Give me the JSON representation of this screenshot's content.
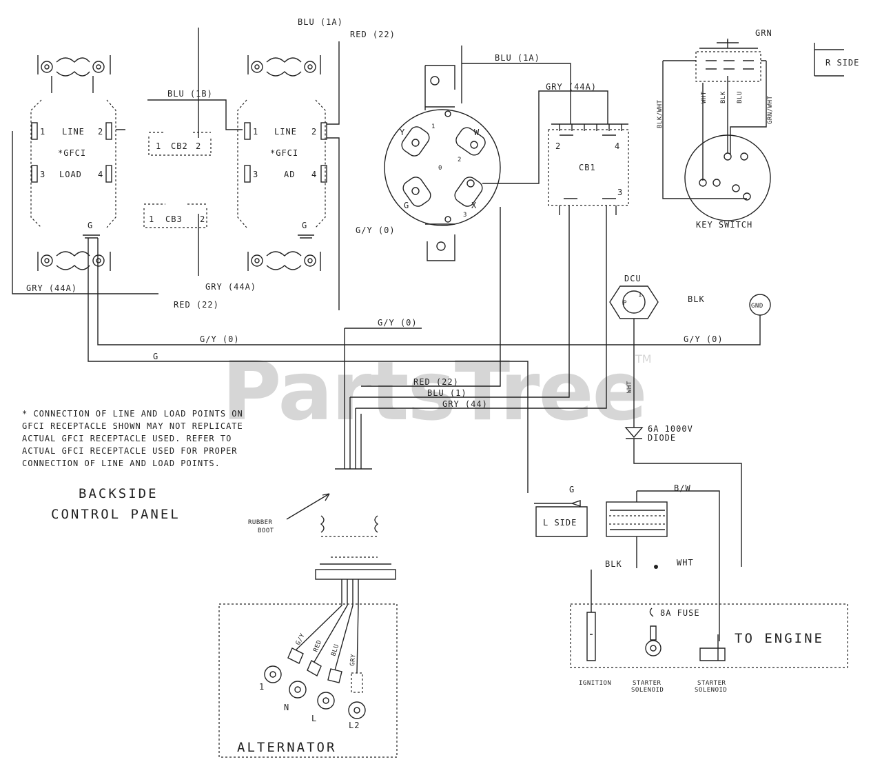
{
  "watermark": {
    "text": "PartsTree",
    "trademark": "TM",
    "color": "#d6d6d6"
  },
  "gfci_left": {
    "line": "LINE",
    "gfci": "*GFCI",
    "load": "LOAD",
    "t1": "1",
    "t2": "2",
    "t3": "3",
    "t4": "4",
    "ground": "G"
  },
  "gfci_right": {
    "line": "LINE",
    "gfci": "*GFCI",
    "load": "AD",
    "t1": "1",
    "t2": "2",
    "t3": "3",
    "t4": "4",
    "ground": "G"
  },
  "breakers": {
    "cb2": {
      "label": "CB2",
      "t1": "1",
      "t2": "2"
    },
    "cb3": {
      "label": "CB3",
      "t1": "1",
      "t2": "2"
    },
    "cb1": {
      "label": "CB1",
      "t2": "2",
      "t4": "4",
      "t3": "3"
    }
  },
  "receptacle": {
    "y": "Y",
    "w": "W",
    "g": "G",
    "x": "X",
    "p1": "1",
    "p2": "2",
    "p3": "3",
    "zero": "0"
  },
  "wire_labels": {
    "blu_1a_top": "BLU (1A)",
    "red_22_top": "RED (22)",
    "blu_1b": "BLU (1B)",
    "blu_1a_recept": "BLU (1A)",
    "gry_44a_recept": "GRY (44A)",
    "gy_0_recept": "G/Y (0)",
    "gry_44a_left": "GRY (44A)",
    "gry_44a_mid": "GRY (44A)",
    "red_22_mid": "RED (22)",
    "gy_0_mid": "G/Y (0)",
    "gy_0_bus": "G/Y (0)",
    "gy_0_right": "G/Y (0)",
    "g_bus": "G",
    "red_22_bundle": "RED (22)",
    "blu_1_bundle": "BLU (1)",
    "gry_44_bundle": "GRY (44)",
    "blk_dcu": "BLK",
    "wht_vert": "WHT",
    "bw": "B/W",
    "g_lside": "G",
    "blk_eng": "BLK",
    "wht_eng": "WHT",
    "grn_top": "GRN",
    "blk_wht": "BLK/WHT",
    "wht_key": "WHT",
    "blk_key": "BLK",
    "blu_key": "BLU",
    "grn_wht": "GRN/WHT",
    "alt_gy": "G/Y",
    "alt_red": "RED",
    "alt_blu": "BLU",
    "alt_gry": "GRY"
  },
  "components": {
    "r_side": "R SIDE",
    "l_side": "L SIDE",
    "key_switch": "KEY SWITCH",
    "dcu": "DCU",
    "dcu_p": "P",
    "dcu_1": "1",
    "gnd": "GND",
    "diode_1": "6A 1000V",
    "diode_2": "DIODE",
    "fuse": "8A FUSE",
    "engine": "TO ENGINE",
    "ignition": "IGNITION",
    "starter_solenoid_1": "STARTER",
    "starter_solenoid_2": "SOLENOID",
    "starter_motor_1": "STARTER",
    "starter_motor_2": "SOLENOID",
    "rubber_boot_1": "RUBBER",
    "rubber_boot_2": "BOOT",
    "backside_1": "BACKSIDE",
    "backside_2": "CONTROL PANEL",
    "alternator": "ALTERNATOR",
    "alt_1": "1",
    "alt_n": "N",
    "alt_l1": "L",
    "alt_l2": "L2"
  },
  "note": [
    "* CONNECTION OF LINE AND LOAD POINTS ON",
    "  GFCI RECEPTACLE SHOWN MAY NOT REPLICATE",
    "  ACTUAL GFCI RECEPTACLE USED. REFER TO",
    "  ACTUAL GFCI RECEPTACLE USED FOR PROPER",
    "  CONNECTION OF LINE AND LOAD POINTS."
  ]
}
